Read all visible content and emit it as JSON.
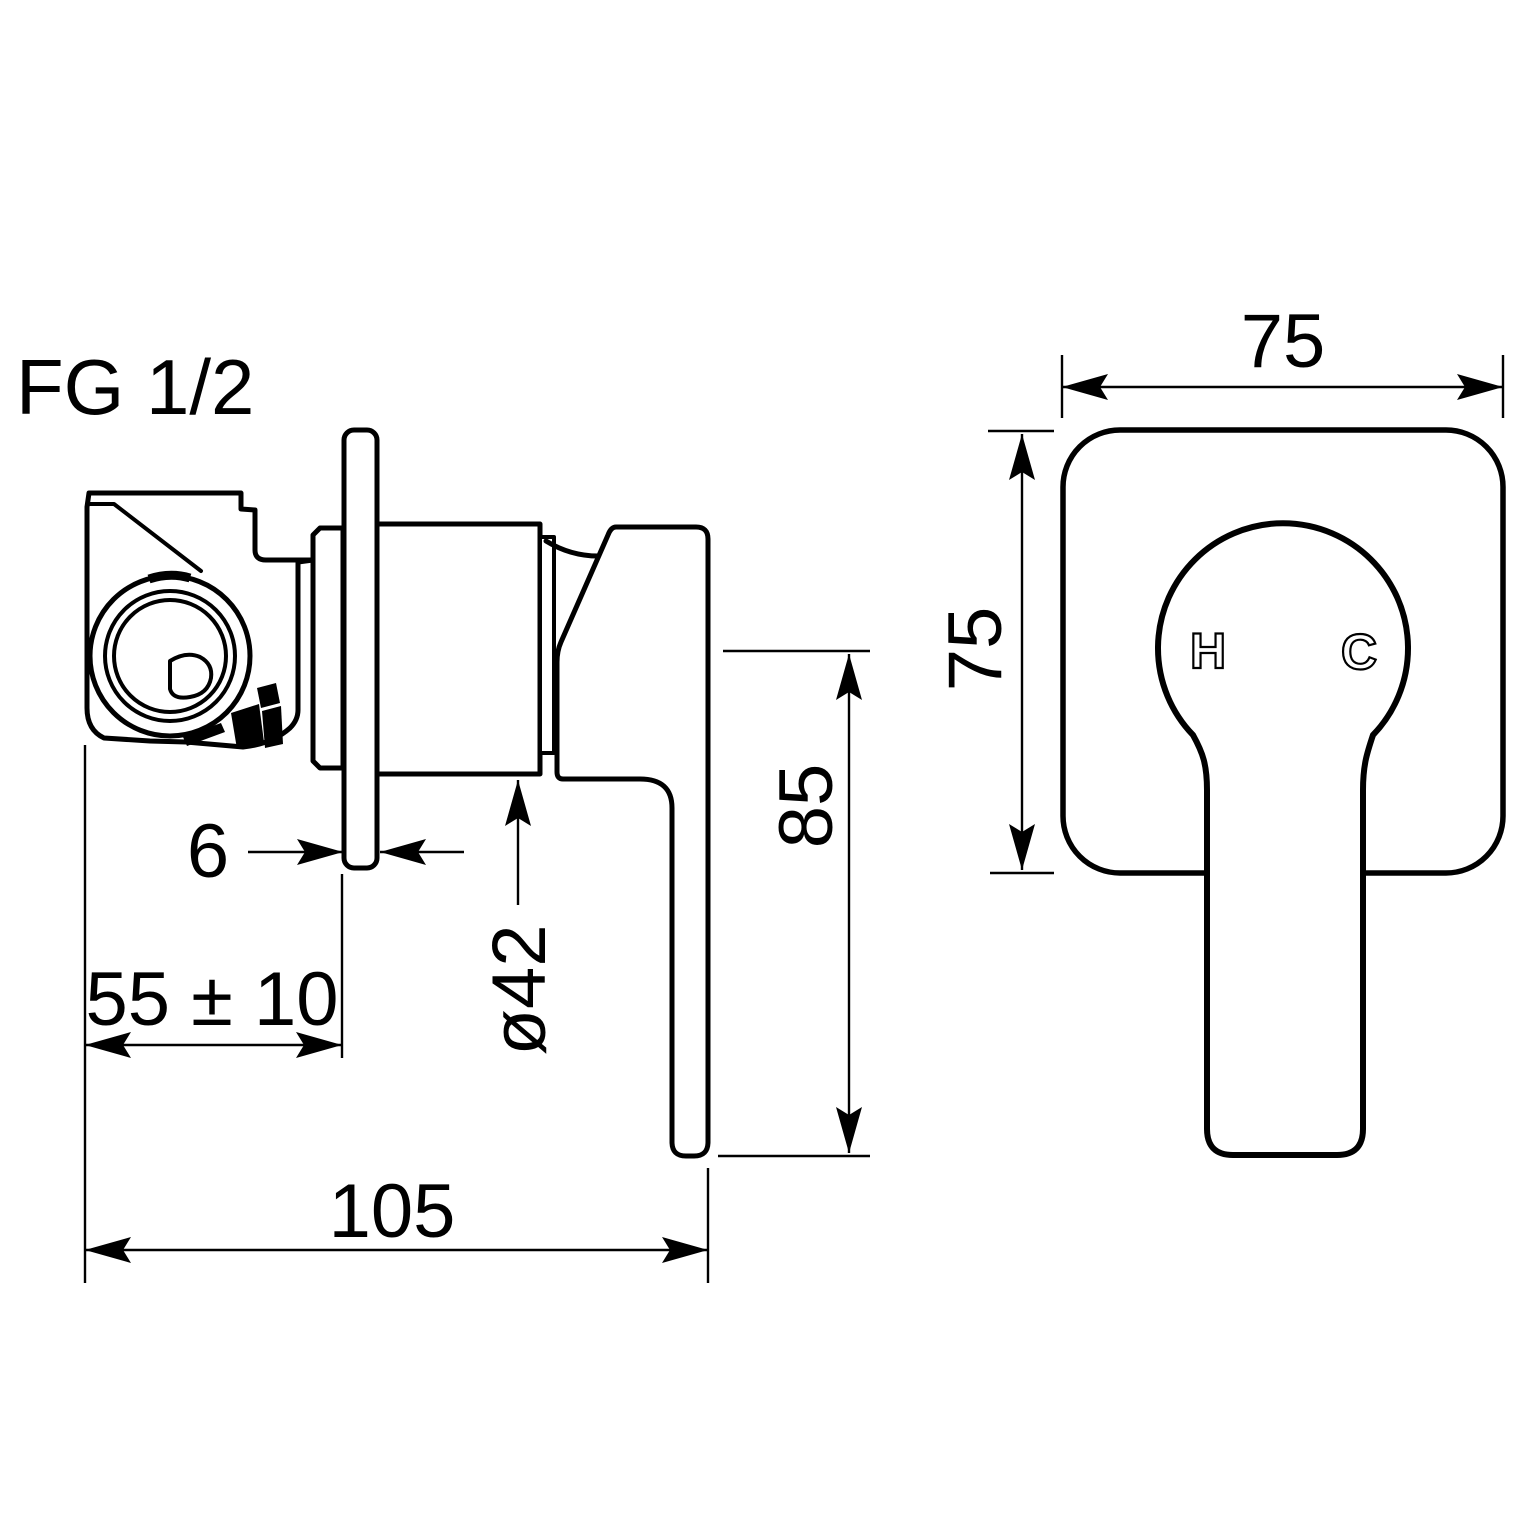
{
  "meta": {
    "background_color": "#ffffff",
    "line_color": "#000000",
    "drawing_type": "technical dimension drawing, concealed shower mixer"
  },
  "labels": {
    "product": "FG 1/2"
  },
  "side_view": {
    "plate_thickness": "6",
    "rough_in_depth": "55 ± 10",
    "trim_diameter": "ø42",
    "handle_length": "85",
    "overall_depth": "105"
  },
  "front_view": {
    "plate_width": "75",
    "plate_height": "75",
    "hot": "H",
    "cold": "C"
  }
}
